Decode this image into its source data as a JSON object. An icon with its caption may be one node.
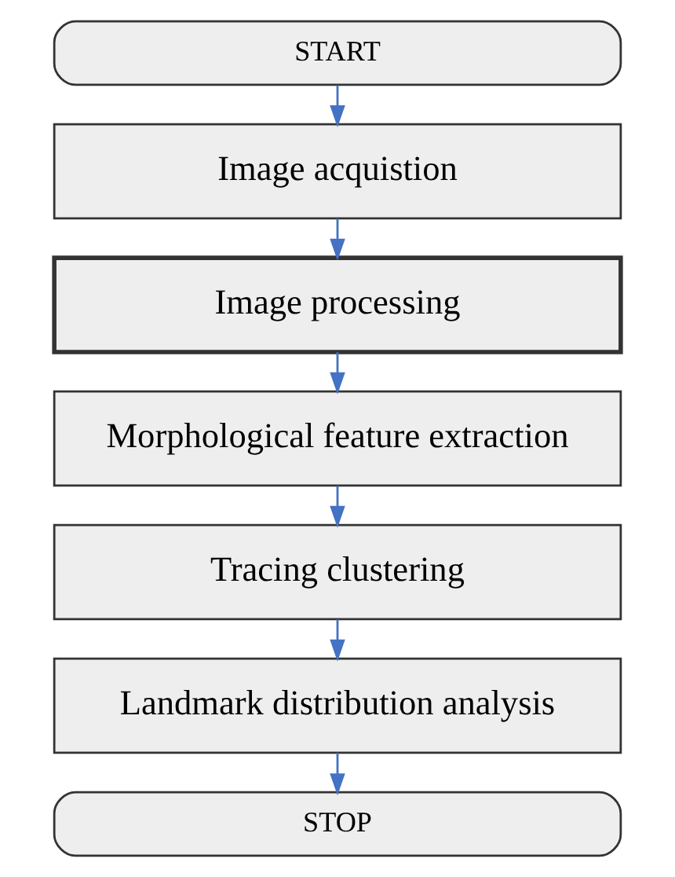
{
  "diagram": {
    "nodes": [
      {
        "text": [
          "START"
        ]
      },
      {
        "text": [
          "Image acquistion"
        ]
      },
      {
        "text": [
          "Image processing"
        ]
      },
      {
        "text": [
          "Morphological feature extraction"
        ]
      },
      {
        "text": [
          "Tracing clustering"
        ]
      },
      {
        "text": [
          "Landmark distribution analysis"
        ]
      },
      {
        "text": [
          "STOP"
        ]
      }
    ],
    "edges": [
      {
        "from": 0,
        "to": 1,
        "arrow": "to"
      },
      {
        "from": 1,
        "to": 2,
        "arrow": "to"
      },
      {
        "from": 2,
        "to": 3,
        "arrow": "to"
      },
      {
        "from": 3,
        "to": 4,
        "arrow": "to"
      },
      {
        "from": 4,
        "to": 5,
        "arrow": "to"
      },
      {
        "from": 5,
        "to": 6,
        "arrow": "to"
      }
    ]
  }
}
